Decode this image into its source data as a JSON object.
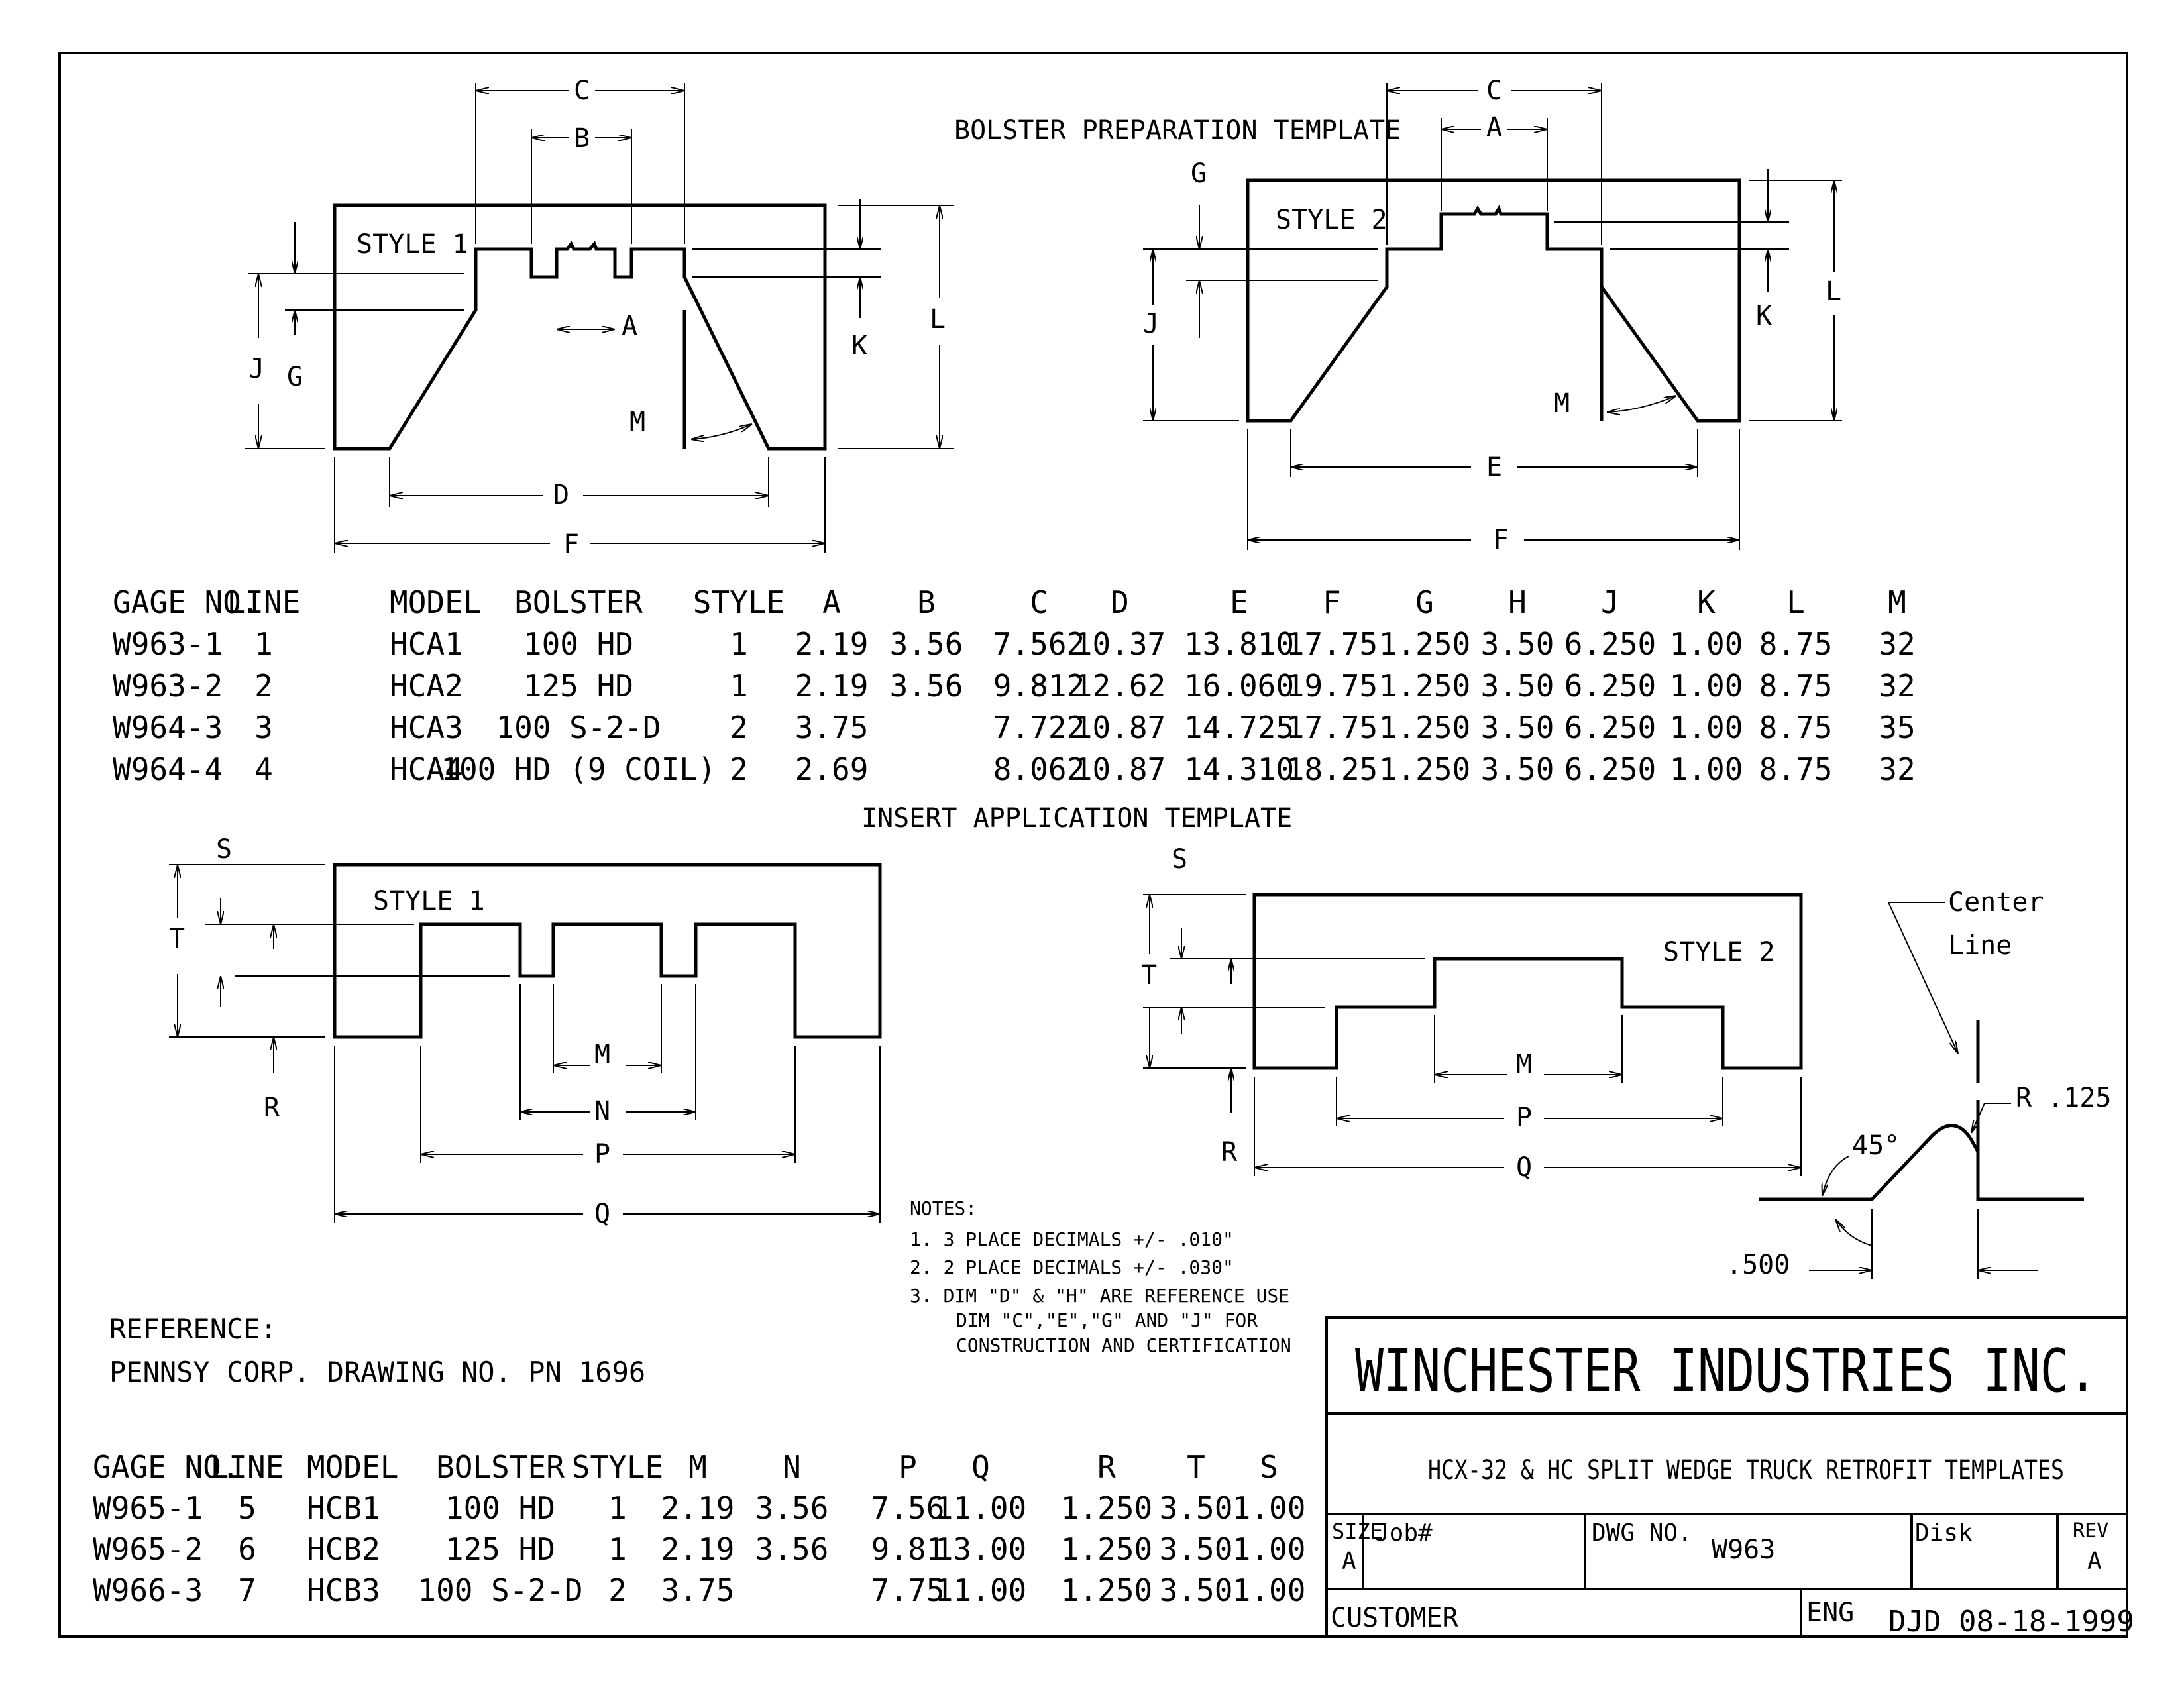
{
  "title_top": "BOLSTER PREPARATION TEMPLATE",
  "title_insert": "INSERT APPLICATION TEMPLATE",
  "styles": {
    "s1": "STYLE 1",
    "s2": "STYLE 2"
  },
  "dims": {
    "A": "A",
    "B": "B",
    "C": "C",
    "D": "D",
    "E": "E",
    "F": "F",
    "G": "G",
    "J": "J",
    "K": "K",
    "L": "L",
    "M": "M",
    "N": "N",
    "P": "P",
    "Q": "Q",
    "R": "R",
    "S": "S",
    "T": "T"
  },
  "detail": {
    "center_line_1": "Center",
    "center_line_2": "Line",
    "radius": "R .125",
    "angle": "45°",
    "offset": ".500"
  },
  "table1": {
    "headers": [
      "GAGE NO.",
      "LINE",
      "MODEL",
      "BOLSTER",
      "STYLE",
      "A",
      "B",
      "C",
      "D",
      "E",
      "F",
      "G",
      "H",
      "J",
      "K",
      "L",
      "M"
    ],
    "rows": [
      [
        "W963-1",
        "1",
        "HCA1",
        "100 HD",
        "1",
        "2.19",
        "3.56",
        "7.562",
        "10.37",
        "13.810",
        "17.75",
        "1.250",
        "3.50",
        "6.250",
        "1.00",
        "8.75",
        "32"
      ],
      [
        "W963-2",
        "2",
        "HCA2",
        "125 HD",
        "1",
        "2.19",
        "3.56",
        "9.812",
        "12.62",
        "16.060",
        "19.75",
        "1.250",
        "3.50",
        "6.250",
        "1.00",
        "8.75",
        "32"
      ],
      [
        "W964-3",
        "3",
        "HCA3",
        "100 S-2-D",
        "2",
        "3.75",
        "",
        "7.722",
        "10.87",
        "14.725",
        "17.75",
        "1.250",
        "3.50",
        "6.250",
        "1.00",
        "8.75",
        "35"
      ],
      [
        "W964-4",
        "4",
        "HCA4",
        "100 HD (9 COIL)",
        "2",
        "2.69",
        "",
        "8.062",
        "10.87",
        "14.310",
        "18.25",
        "1.250",
        "3.50",
        "6.250",
        "1.00",
        "8.75",
        "32"
      ]
    ]
  },
  "table2": {
    "headers": [
      "GAGE NO.",
      "LINE",
      "MODEL",
      "BOLSTER",
      "STYLE",
      "M",
      "N",
      "P",
      "Q",
      "R",
      "T",
      "S"
    ],
    "rows": [
      [
        "W965-1",
        "5",
        "HCB1",
        "100 HD",
        "1",
        "2.19",
        "3.56",
        "7.56",
        "11.00",
        "1.250",
        "3.50",
        "1.00"
      ],
      [
        "W965-2",
        "6",
        "HCB2",
        "125 HD",
        "1",
        "2.19",
        "3.56",
        "9.81",
        "13.00",
        "1.250",
        "3.50",
        "1.00"
      ],
      [
        "W966-3",
        "7",
        "HCB3",
        "100 S-2-D",
        "2",
        "3.75",
        "",
        "7.75",
        "11.00",
        "1.250",
        "3.50",
        "1.00"
      ]
    ]
  },
  "notes": {
    "heading": "NOTES:",
    "n1": "1.  3 PLACE DECIMALS +/- .010\"",
    "n2": "2.  2 PLACE DECIMALS +/- .030\"",
    "n3a": "3.  DIM \"D\" & \"H\" ARE REFERENCE USE",
    "n3b": "DIM \"C\",\"E\",\"G\" AND \"J\" FOR",
    "n3c": "CONSTRUCTION AND CERTIFICATION"
  },
  "reference": {
    "label": "REFERENCE:",
    "text": "PENNSY CORP. DRAWING NO. PN 1696"
  },
  "title_block": {
    "company": "WINCHESTER INDUSTRIES INC.",
    "drawing_title": "HCX-32 & HC SPLIT WEDGE TRUCK RETROFIT TEMPLATES",
    "size_label": "SIZE",
    "size_value": "A",
    "job_label": "Job#",
    "dwg_label": "DWG NO.",
    "dwg_value": "W963",
    "disk_label": "Disk",
    "rev_label": "REV",
    "rev_value": "A",
    "customer_label": "CUSTOMER",
    "eng_label": "ENG",
    "eng_value": "DJD 08-18-1999"
  }
}
